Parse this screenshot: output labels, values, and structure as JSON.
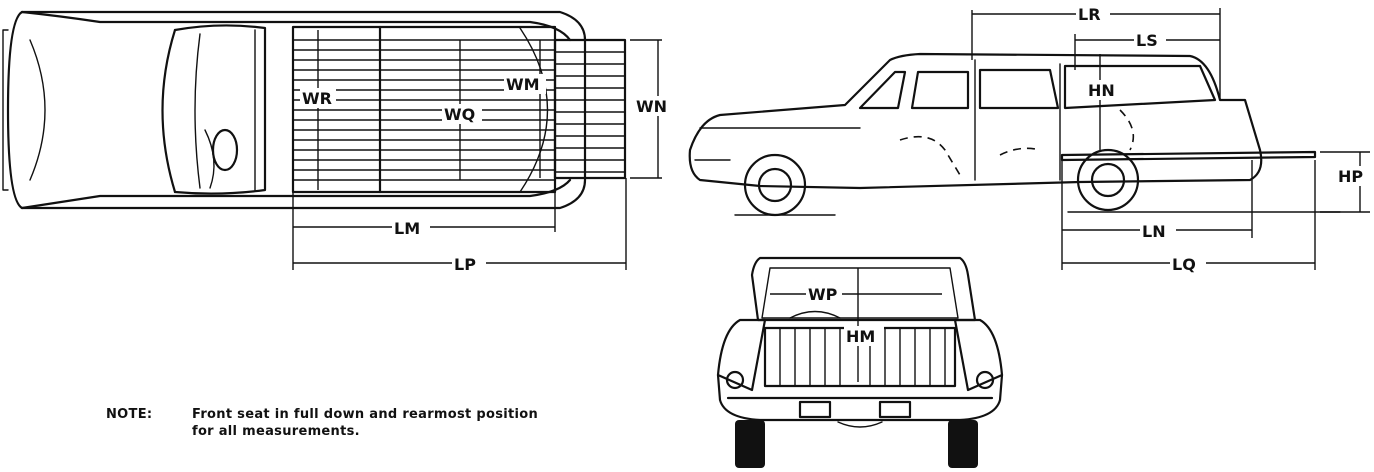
{
  "labels": {
    "wr": "WR",
    "wq": "WQ",
    "wm": "WM",
    "wn": "WN",
    "lm": "LM",
    "lp": "LP",
    "lr": "LR",
    "ls": "LS",
    "hn": "HN",
    "hp": "HP",
    "ln": "LN",
    "lq": "LQ",
    "wp": "WP",
    "hm": "HM"
  },
  "note": {
    "key": "NOTE:",
    "line1": "Front seat in full down and rearmost position",
    "line2": "for all measurements."
  }
}
